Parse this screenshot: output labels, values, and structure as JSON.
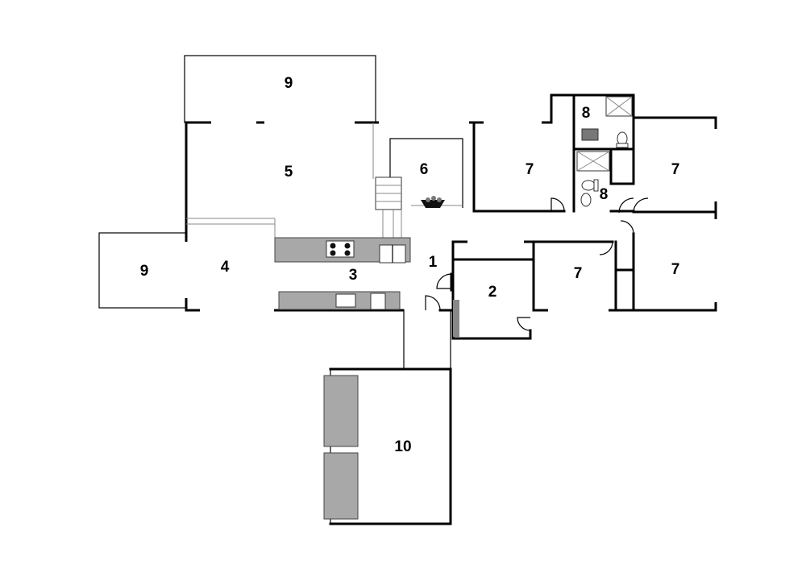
{
  "rooms": {
    "entry": "1",
    "study": "2",
    "kitchen": "3",
    "dining": "4",
    "living": "5",
    "fireplace_room": "6",
    "bedroom": "7",
    "bathroom": "8",
    "deck": "9",
    "garage": "10"
  },
  "colors": {
    "wall": "#000000",
    "counter": "#a8a8a8",
    "car": "#a8a8a8",
    "background": "#ffffff"
  }
}
